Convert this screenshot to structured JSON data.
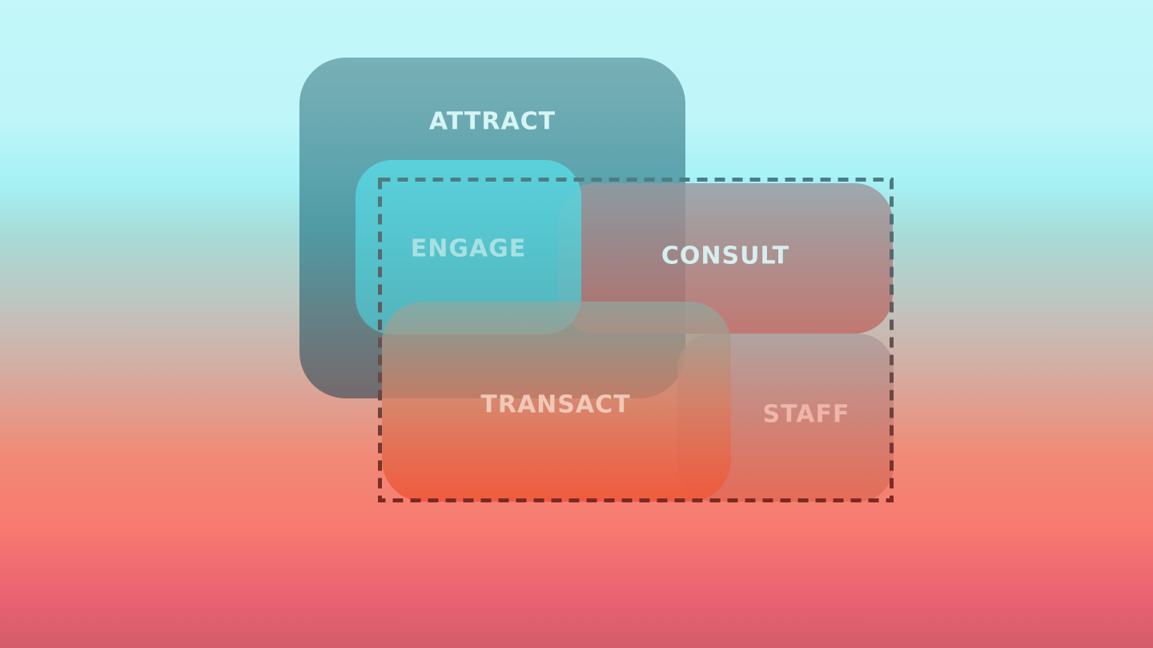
{
  "diagram": {
    "labels": {
      "attract": "ATTRACT",
      "engage": "ENGAGE",
      "consult": "CONSULT",
      "transact": "TRANSACT",
      "staff": "STAFF"
    },
    "colors": {
      "attract_label": "#d7f4f4",
      "engage_label": "#a9e0e2",
      "consult_label": "#d6eeef",
      "transact_label": "#f0c8b8",
      "staff_label": "#eeb5a8",
      "frame_stroke_top": "#4d7c82",
      "frame_stroke_bottom": "#7a2a22"
    }
  }
}
